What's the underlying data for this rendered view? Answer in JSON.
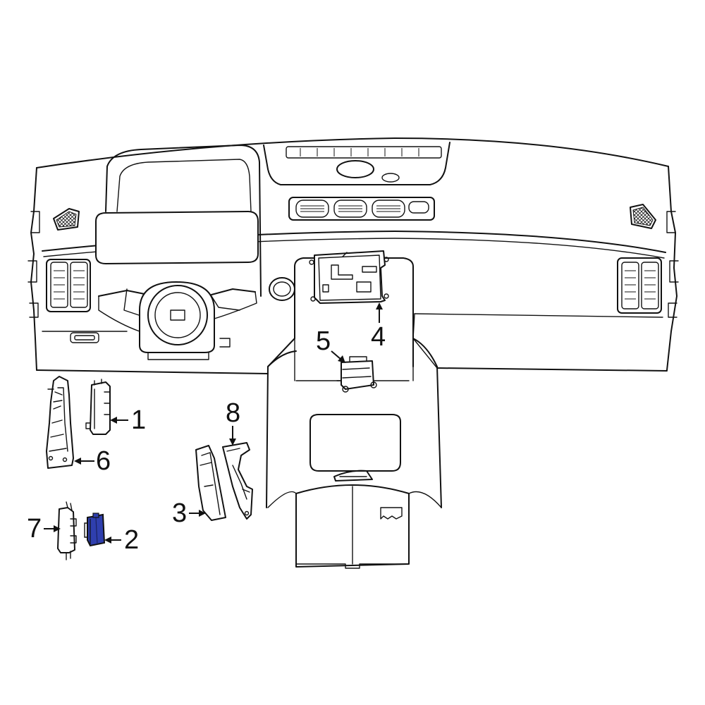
{
  "diagram": {
    "highlight_color": "#2f3fae",
    "line_color": "#111111",
    "callouts": [
      {
        "id": "1",
        "label": "1"
      },
      {
        "id": "2",
        "label": "2"
      },
      {
        "id": "3",
        "label": "3"
      },
      {
        "id": "4",
        "label": "4"
      },
      {
        "id": "5",
        "label": "5"
      },
      {
        "id": "6",
        "label": "6"
      },
      {
        "id": "7",
        "label": "7"
      },
      {
        "id": "8",
        "label": "8"
      }
    ]
  }
}
